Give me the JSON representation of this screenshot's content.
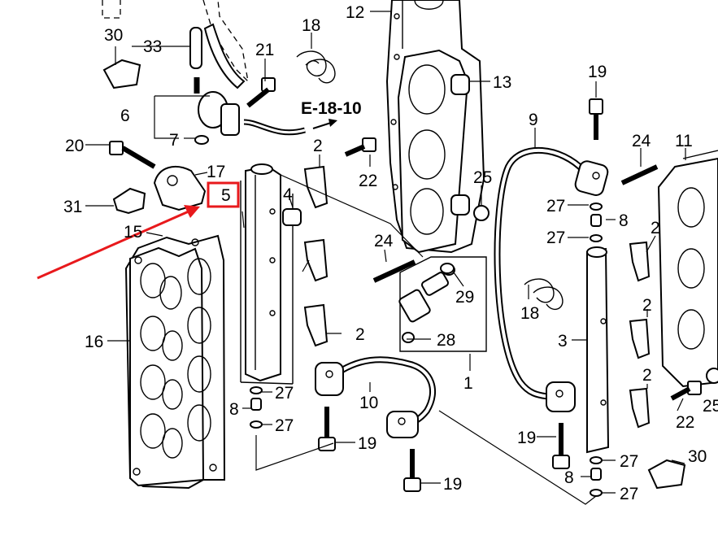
{
  "diagram": {
    "reference": "E-18-10",
    "highlight_color": "#e8191c",
    "highlighted_part": "5",
    "labels": [
      "30",
      "33",
      "21",
      "18",
      "12",
      "13",
      "19",
      "6",
      "7",
      "20",
      "17",
      "5",
      "4",
      "2",
      "22",
      "9",
      "24",
      "11",
      "31",
      "15",
      "25",
      "27",
      "8",
      "27",
      "2",
      "24",
      "29",
      "18",
      "2",
      "16",
      "28",
      "2",
      "3",
      "1",
      "2",
      "22",
      "25",
      "27",
      "8",
      "27",
      "10",
      "19",
      "19",
      "8",
      "27",
      "27",
      "30",
      "19"
    ]
  }
}
